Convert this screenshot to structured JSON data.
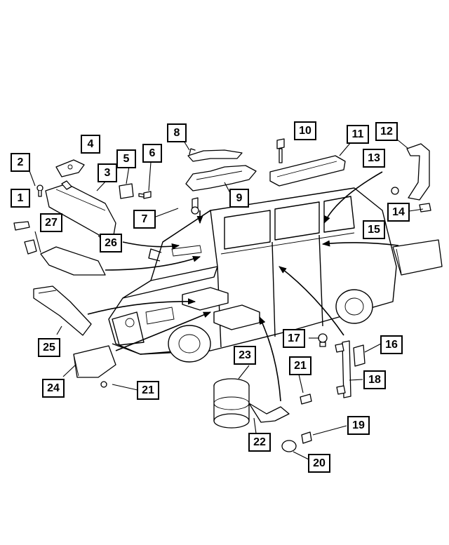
{
  "callouts": [
    {
      "label": "1"
    },
    {
      "label": "2"
    },
    {
      "label": "3"
    },
    {
      "label": "4"
    },
    {
      "label": "5"
    },
    {
      "label": "6"
    },
    {
      "label": "7"
    },
    {
      "label": "8"
    },
    {
      "label": "9"
    },
    {
      "label": "10"
    },
    {
      "label": "11"
    },
    {
      "label": "12"
    },
    {
      "label": "13"
    },
    {
      "label": "14"
    },
    {
      "label": "15"
    },
    {
      "label": "16"
    },
    {
      "label": "17"
    },
    {
      "label": "18"
    },
    {
      "label": "19"
    },
    {
      "label": "20"
    },
    {
      "label": "21"
    },
    {
      "label": "21"
    },
    {
      "label": "22"
    },
    {
      "label": "23"
    },
    {
      "label": "24"
    },
    {
      "label": "25"
    },
    {
      "label": "26"
    },
    {
      "label": "27"
    }
  ]
}
